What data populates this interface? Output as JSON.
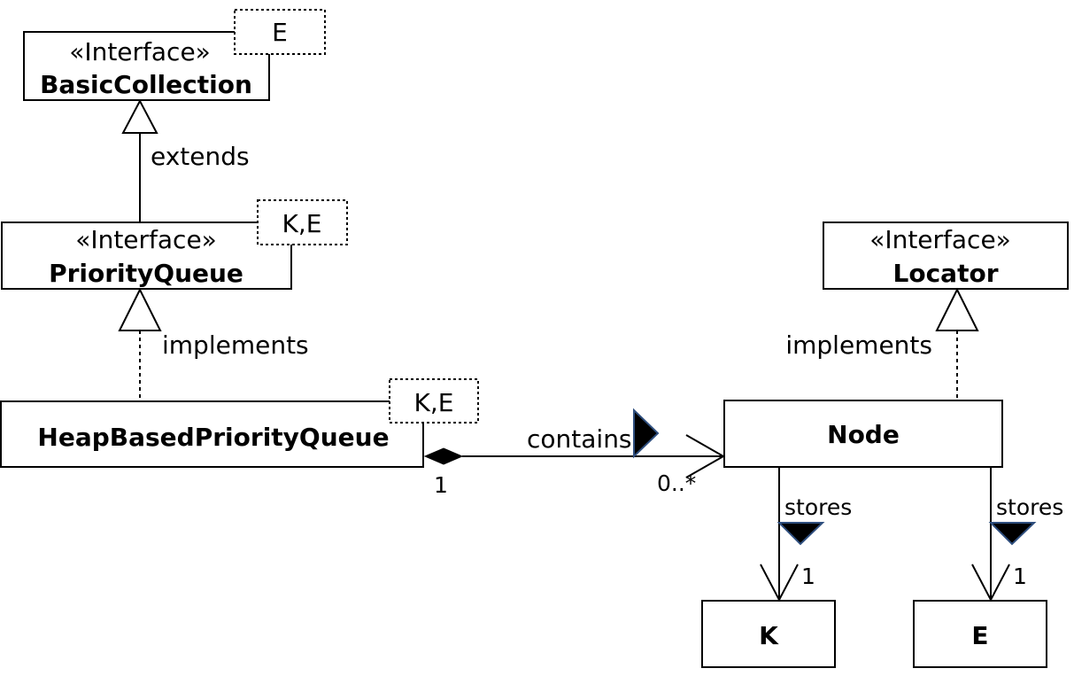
{
  "classes": {
    "basic_collection": {
      "stereotype": "«Interface»",
      "name": "BasicCollection",
      "type_params": "E"
    },
    "priority_queue": {
      "stereotype": "«Interface»",
      "name": "PriorityQueue",
      "type_params": "K,E"
    },
    "heap_based_priority_queue": {
      "name": "HeapBasedPriorityQueue",
      "type_params": "K,E"
    },
    "locator": {
      "stereotype": "«Interface»",
      "name": "Locator"
    },
    "node": {
      "name": "Node"
    },
    "k": {
      "name": "K"
    },
    "e": {
      "name": "E"
    }
  },
  "relations": {
    "extends": {
      "label": "extends"
    },
    "implements_pq": {
      "label": "implements"
    },
    "implements_locator": {
      "label": "implements"
    },
    "contains": {
      "label": "contains",
      "source_multiplicity": "1",
      "target_multiplicity": "0..*"
    },
    "stores_k": {
      "label": "stores",
      "multiplicity": "1"
    },
    "stores_e": {
      "label": "stores",
      "multiplicity": "1"
    }
  },
  "colors": {
    "line": "#000000",
    "fill": "#ffffff",
    "arrowhead_outline": "#2f4f7f"
  }
}
